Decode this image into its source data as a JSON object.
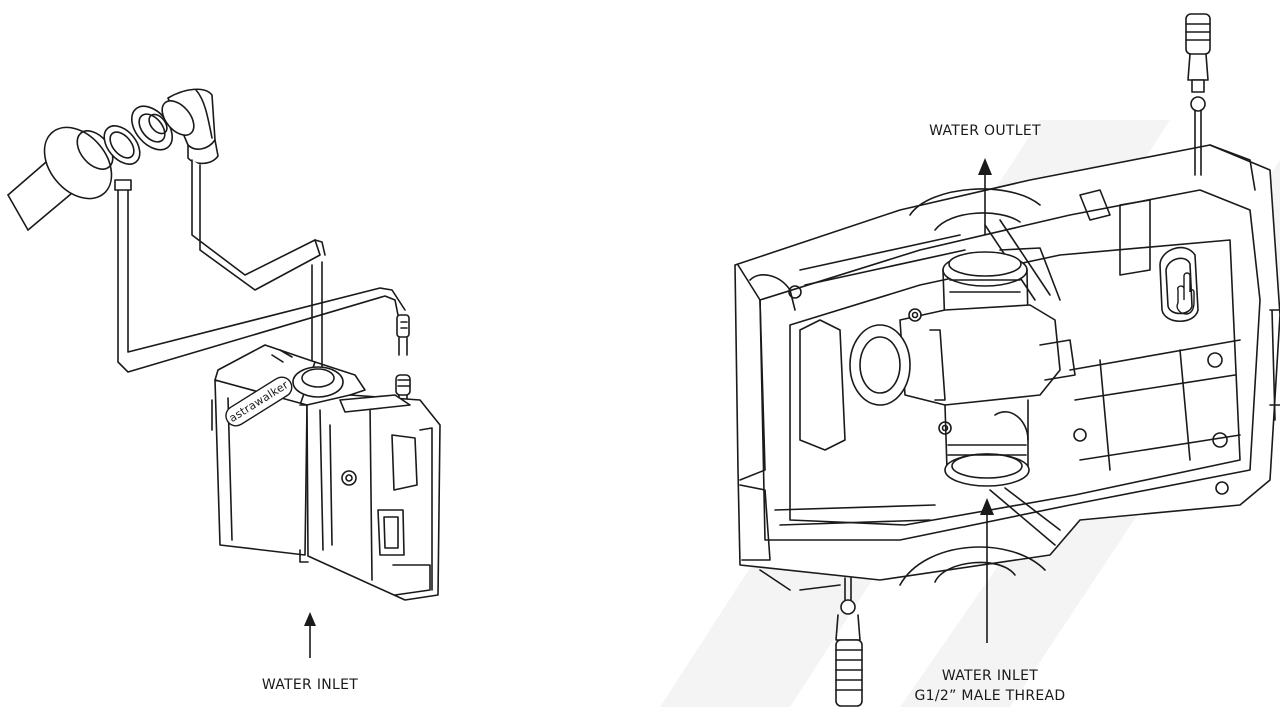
{
  "labels": {
    "left_inlet": "WATER INLET",
    "right_outlet": "WATER OUTLET",
    "right_inlet": "WATER INLET",
    "right_inlet_thread": "G1/2” MALE THREAD"
  },
  "brand": "astrawalker",
  "colors": {
    "ink": "#1a1a1a",
    "fill": "#ffffff",
    "shade": "#d9d9d9",
    "watermark": "#f2f2f2"
  },
  "icons": [
    "hand-pointer-icon",
    "arrow-up-icon"
  ]
}
